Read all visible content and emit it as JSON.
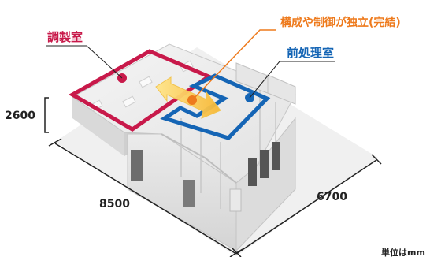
{
  "labels": {
    "prep_room": "調製室",
    "pretreatment_room": "前処理室",
    "independent_control": "構成や制御が独立(完結)",
    "height": "2600",
    "width": "8500",
    "depth": "6700",
    "unit": "単位はmm"
  },
  "colors": {
    "prep_room": "#c8194a",
    "pretreatment_room": "#1565b5",
    "independent_control": "#ee7a1c"
  }
}
